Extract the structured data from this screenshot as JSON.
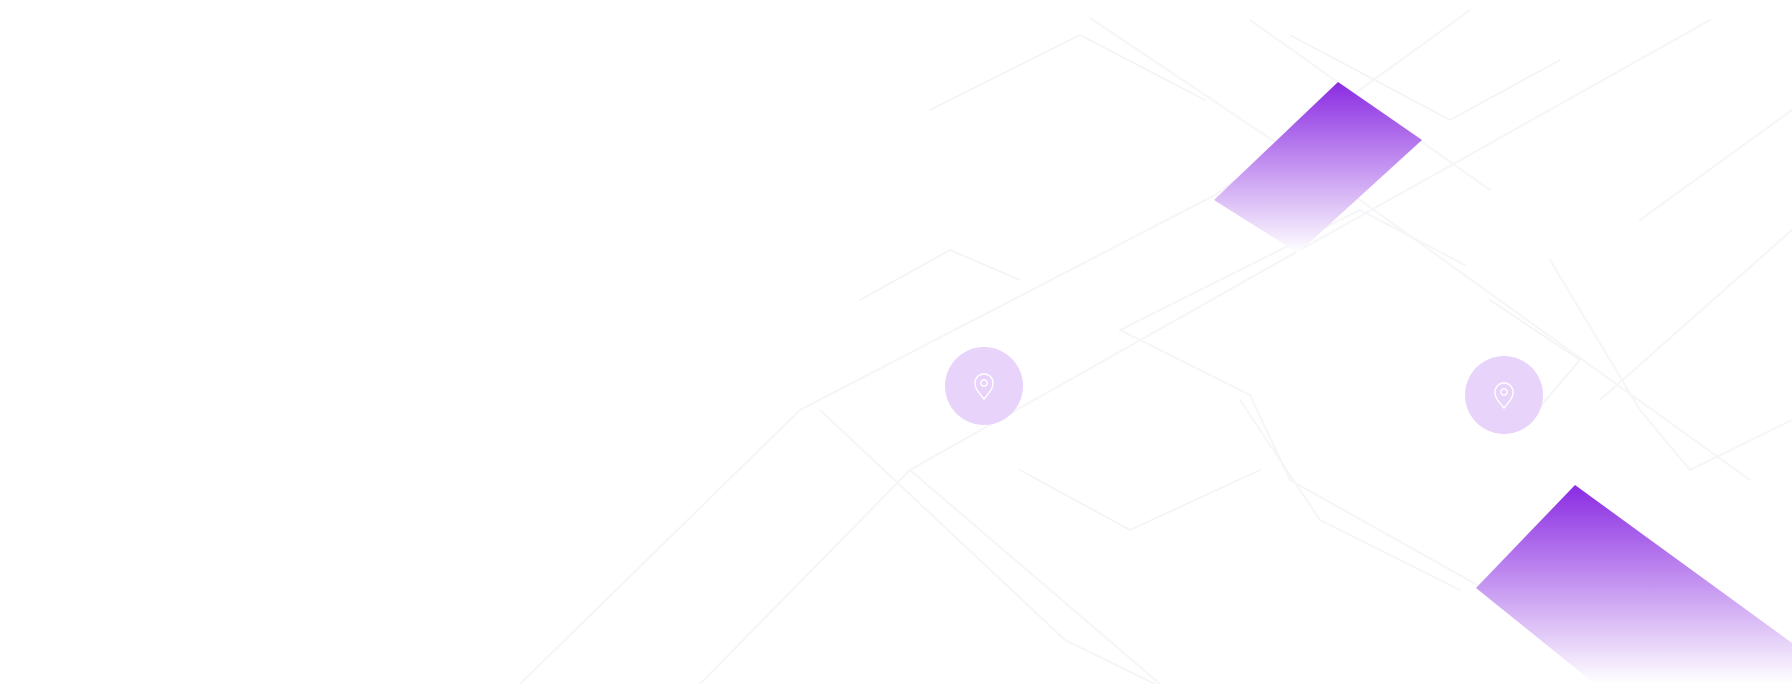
{
  "map": {
    "background_color": "#ffffff",
    "road_color": "#f6f5f8",
    "accent_color": "#8a2be2",
    "accent_fade_color": "#ffffff",
    "marker_fill_color": "#e8d3fb",
    "marker_icon_color": "#ffffff"
  },
  "markers": [
    {
      "icon": "map-pin-icon"
    },
    {
      "icon": "map-pin-icon"
    }
  ],
  "regions": [
    {
      "kind": "highlighted-area",
      "fill": "accent-gradient"
    },
    {
      "kind": "highlighted-area",
      "fill": "accent-gradient"
    }
  ]
}
